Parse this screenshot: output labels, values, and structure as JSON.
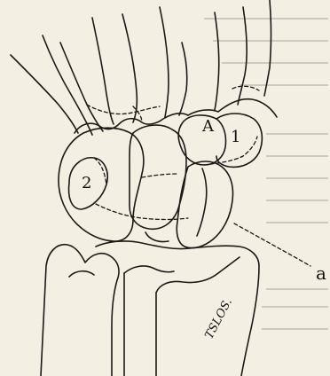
{
  "labels": {
    "A": "A",
    "one": "1",
    "two": "2",
    "pointer": "a"
  },
  "signature": "TSLOS."
}
